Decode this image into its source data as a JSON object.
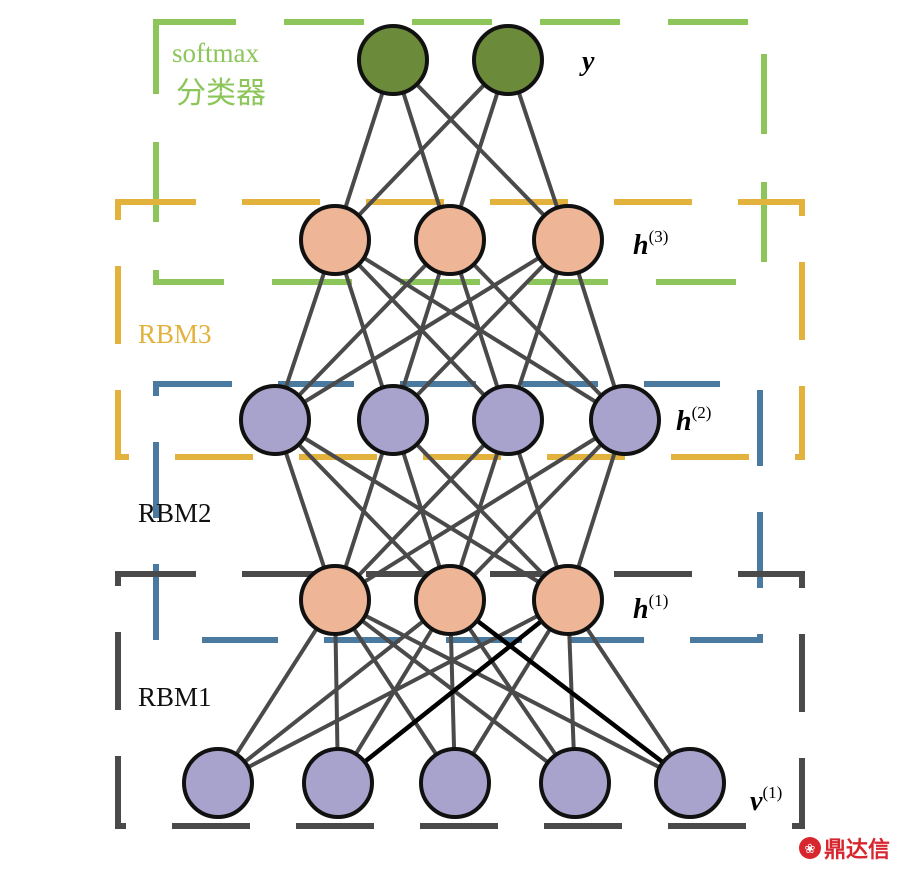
{
  "diagram": {
    "group_labels": {
      "softmax_line1": "softmax",
      "softmax_line2": "分类器",
      "rbm3": "RBM3",
      "rbm2": "RBM2",
      "rbm1": "RBM1"
    },
    "layer_labels": {
      "y": "y",
      "h3_base": "h",
      "h3_sup": "(3)",
      "h2_base": "h",
      "h2_sup": "(2)",
      "h1_base": "h",
      "h1_sup": "(1)",
      "v1_base": "v",
      "v1_sup": "(1)"
    },
    "layers": [
      {
        "name": "y",
        "nodes": 2
      },
      {
        "name": "h3",
        "nodes": 3
      },
      {
        "name": "h2",
        "nodes": 4
      },
      {
        "name": "h1",
        "nodes": 3
      },
      {
        "name": "v1",
        "nodes": 5
      }
    ],
    "colors": {
      "softmax": "#8cc65a",
      "rbm3": "#e3b23c",
      "rbm2": "#4a7aa0",
      "rbm1": "#4a4a4a",
      "node_green": "#6b8b3a",
      "node_peach": "#eeb596",
      "node_lavender": "#a8a3cc",
      "edge": "#4a4a4a",
      "edge_highlight": "#000000"
    },
    "watermark": "鼎达信"
  }
}
